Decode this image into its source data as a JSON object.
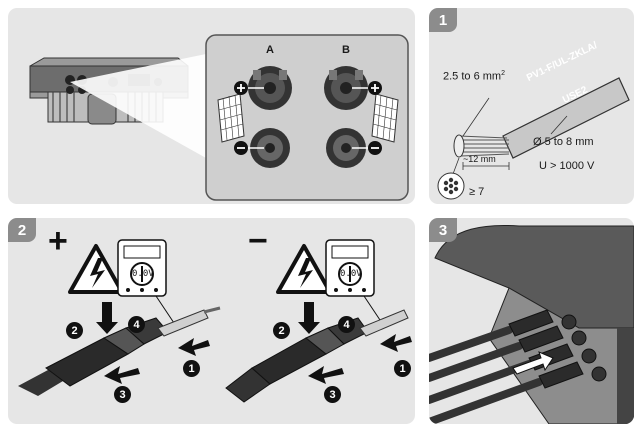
{
  "overview": {
    "connector_labels": {
      "a": "A",
      "b": "B"
    },
    "plus_symbol": "+",
    "minus_symbol": "−"
  },
  "step1": {
    "number": "1",
    "cross_section": "2.5 to 6 mm",
    "cross_section_sup": "2",
    "cable_type_line1": "PV1-F/UL-ZKLA/",
    "cable_type_line2": "USE2",
    "strip_length": "12 mm",
    "diameter": "Ø 5 to 8 mm",
    "voltage": "U > 1000 V",
    "strands": "≥ 7"
  },
  "step2": {
    "number": "2",
    "plus_sign": "+",
    "minus_sign": "−",
    "multimeter_reading": "0.0V",
    "callouts": [
      "1",
      "2",
      "3",
      "4"
    ]
  },
  "step3": {
    "number": "3"
  },
  "colors": {
    "panel": "#e6e6e6",
    "tab": "#8c8c8c",
    "dark": "#1a1a1a"
  }
}
